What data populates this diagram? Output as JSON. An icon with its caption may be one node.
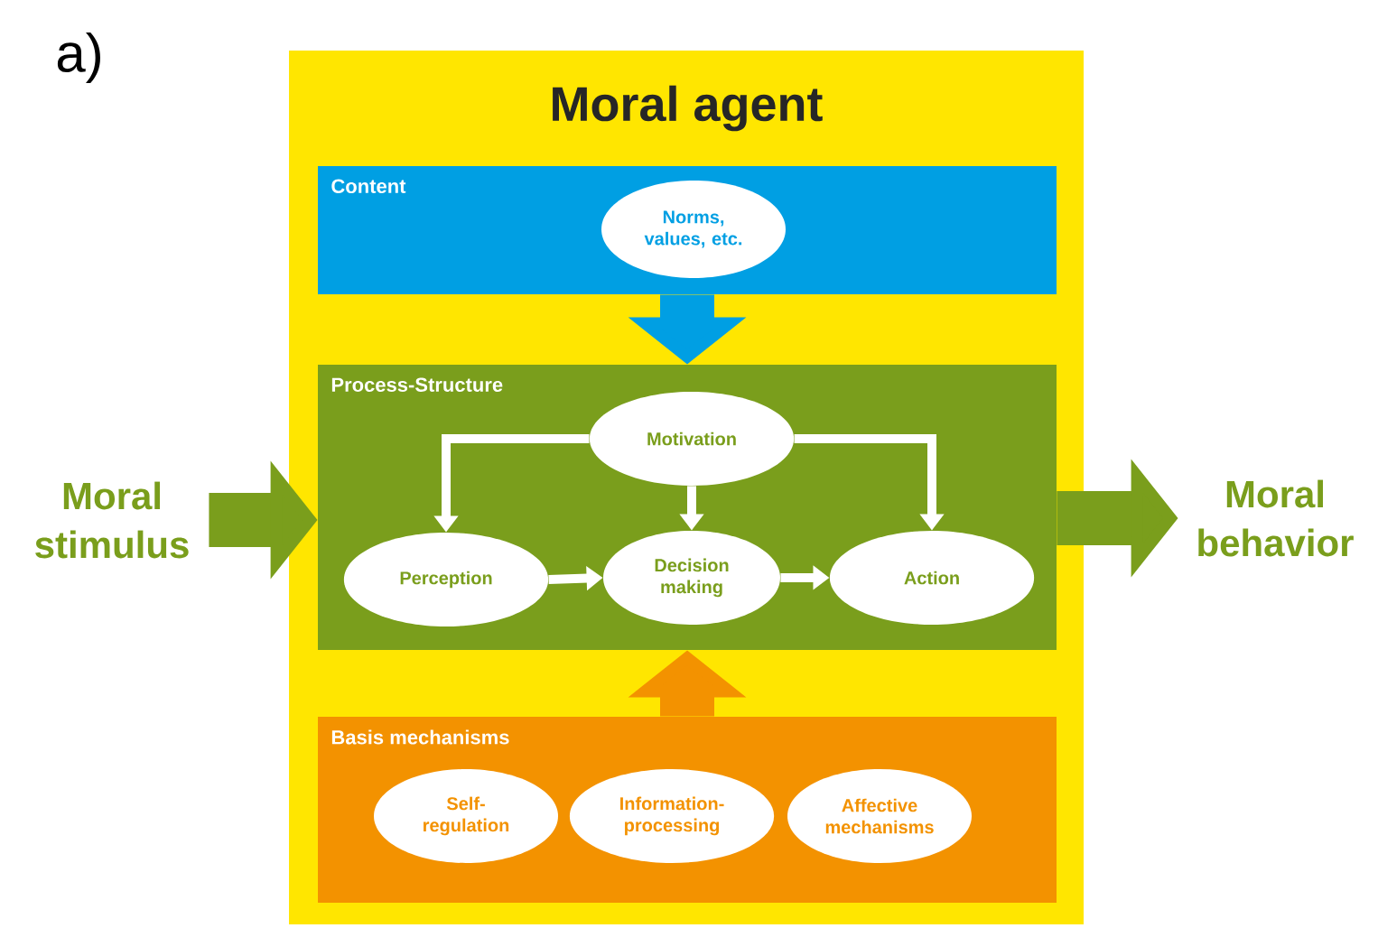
{
  "diagram": {
    "nodes": [
      {
        "text": [
          "Moral agent"
        ]
      },
      {
        "text": [
          "Content"
        ],
        "in": 0
      },
      {
        "text": [
          "Norms, values, etc."
        ],
        "in": 1
      },
      {
        "text": [
          "Process-Structure"
        ],
        "in": 0
      },
      {
        "text": [
          "Motivation"
        ],
        "in": 3
      },
      {
        "text": [
          "Perception"
        ],
        "in": 3
      },
      {
        "text": [
          "Decision making"
        ],
        "in": 3
      },
      {
        "text": [
          "Action"
        ],
        "in": 3
      },
      {
        "text": [
          "Basis mechanisms"
        ],
        "in": 0
      },
      {
        "text": [
          "Self-regulation"
        ],
        "in": 8
      },
      {
        "text": [
          "Information-processing"
        ],
        "in": 8
      },
      {
        "text": [
          "Affective mechanisms"
        ],
        "in": 8
      },
      {
        "text": [
          "Moral stimulus"
        ]
      },
      {
        "text": [
          "Moral behavior"
        ]
      }
    ],
    "edges": [
      {
        "from": 12,
        "to": 3,
        "arrow": "to",
        "style": "thick",
        "color": "#7a9e1c"
      },
      {
        "from": 3,
        "to": 13,
        "arrow": "to",
        "style": "thick",
        "color": "#7a9e1c"
      },
      {
        "from": 1,
        "to": 3,
        "arrow": "to",
        "style": "thick",
        "color": "#009fe3"
      },
      {
        "from": 8,
        "to": 3,
        "arrow": "to",
        "style": "thick",
        "color": "#f39200"
      },
      {
        "from": 4,
        "to": 5,
        "arrow": "to"
      },
      {
        "from": 4,
        "to": 6,
        "arrow": "to"
      },
      {
        "from": 4,
        "to": 7,
        "arrow": "to"
      },
      {
        "from": 5,
        "to": 6,
        "arrow": "to"
      },
      {
        "from": 6,
        "to": 7,
        "arrow": "to"
      }
    ],
    "labels": [
      "a)"
    ]
  }
}
